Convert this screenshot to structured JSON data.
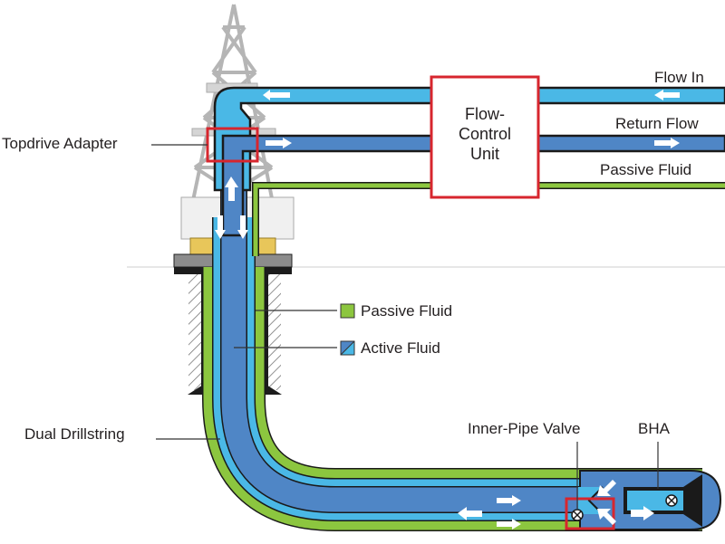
{
  "labels": {
    "flow_in": "Flow In",
    "return_flow": "Return Flow",
    "passive_fluid_line": "Passive Fluid",
    "topdrive_adapter": "Topdrive Adapter",
    "dual_drillstring": "Dual Drillstring",
    "inner_pipe_valve": "Inner-Pipe Valve",
    "bha": "BHA"
  },
  "flow_control_unit": {
    "lines": [
      "Flow-",
      "Control",
      "Unit"
    ]
  },
  "legend": {
    "items": [
      {
        "label": "Passive Fluid",
        "swatch": "passive"
      },
      {
        "label": "Active Fluid",
        "swatch": "active"
      }
    ]
  },
  "colors": {
    "active_light": "#4ab8e6",
    "active_dark": "#4f86c6",
    "passive": "#8cc63f",
    "highlight": "#d7262e",
    "outline": "#1a1a1a",
    "derrick": "#b8b8b8"
  }
}
